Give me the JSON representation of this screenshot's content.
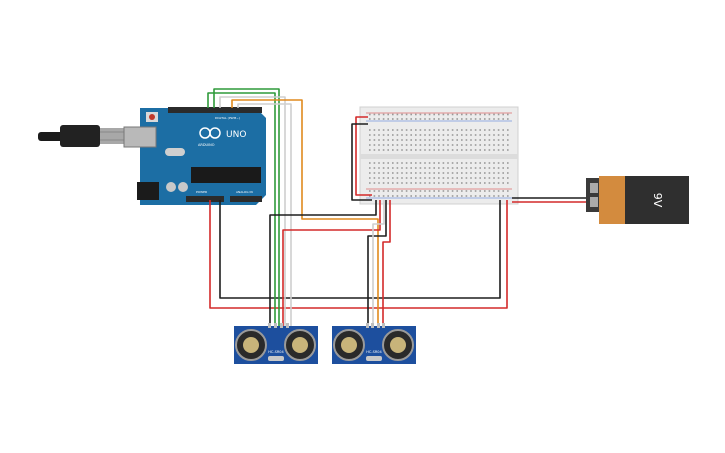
{
  "arduino": {
    "brand": "UNO",
    "brand_sub": "ARDUINO",
    "digital_label": "DIGITAL (PWM~)",
    "power_label": "POWER",
    "analog_label": "ANALOG IN",
    "board_color": "#1c6ea4",
    "header_color": "#2b2b2b"
  },
  "battery": {
    "label": "9V",
    "body_color": "#2f2f2f",
    "band_color": "#d38b3e"
  },
  "sensors": [
    {
      "label": "HC-SR04"
    },
    {
      "label": "HC-SR04"
    }
  ],
  "wire_colors": {
    "red": "#d42a2a",
    "black": "#1e1e1e",
    "green": "#2f9a3a",
    "orange": "#e08a1e",
    "white": "#cfcfcf"
  }
}
